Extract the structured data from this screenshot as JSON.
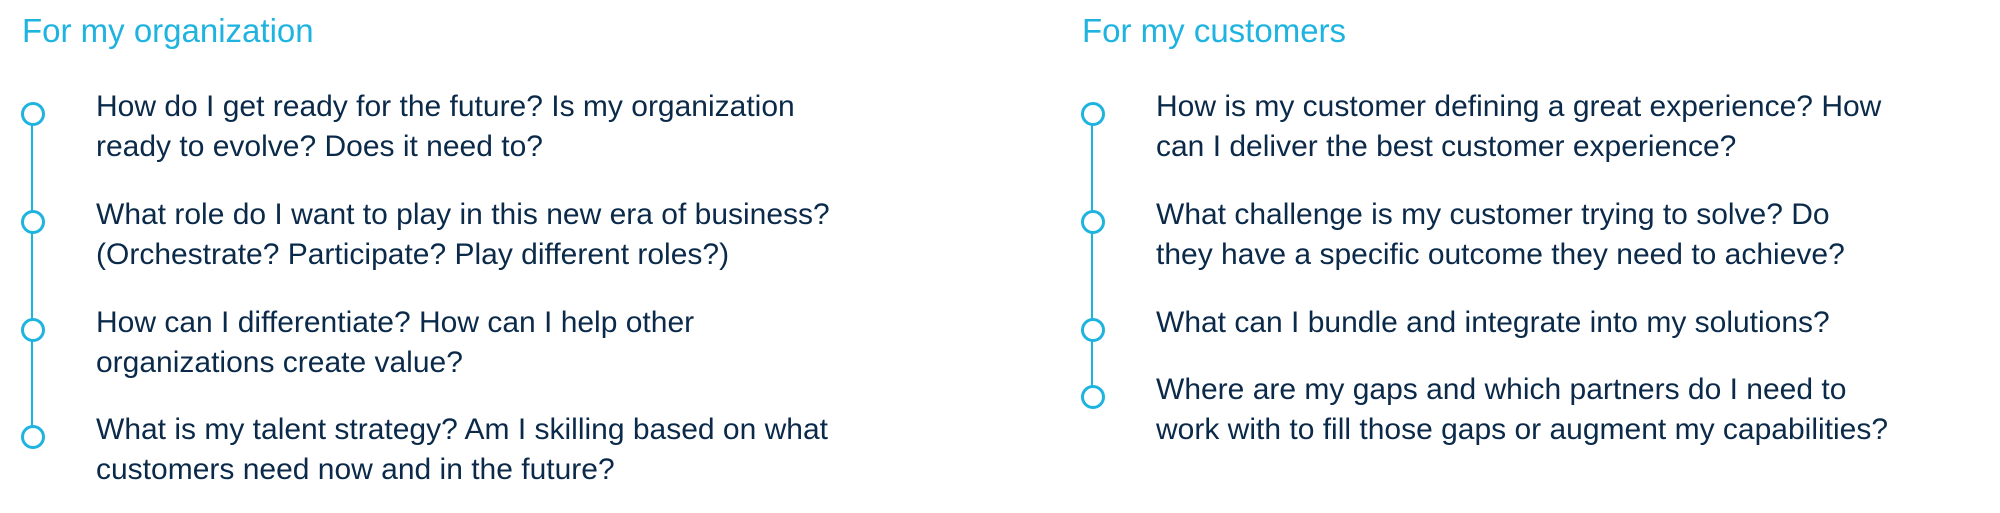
{
  "organization": {
    "title": "For my organization",
    "items": [
      {
        "text": "How do I get ready for the future? Is my organization\nready to evolve? Does it need to?"
      },
      {
        "text": "What role do I want to play in this new era of business?\n(Orchestrate? Participate? Play different roles?)"
      },
      {
        "text": "How can I differentiate? How can I help other\norganizations create value?"
      },
      {
        "text": "What is my talent strategy? Am I skilling based on what\ncustomers need now and in the future?"
      }
    ]
  },
  "customers": {
    "title": "For my customers",
    "items": [
      {
        "text": "How is my customer defining a great experience? How\ncan I deliver the best customer experience?"
      },
      {
        "text": "What challenge is my customer trying to solve? Do\nthey have a specific outcome they need to achieve?"
      },
      {
        "text": "What can I bundle and integrate into my solutions?"
      },
      {
        "text": "Where are my gaps and which partners do I need to\nwork with to fill those gaps or augment my capabilities?"
      }
    ]
  },
  "colors": {
    "accent": "#1fb3e0",
    "text": "#0b2a4a"
  }
}
